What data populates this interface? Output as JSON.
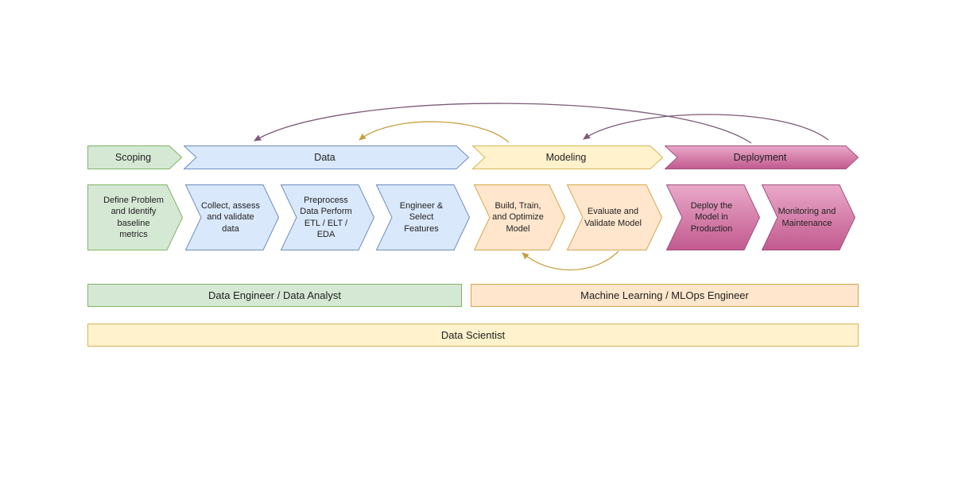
{
  "phases": [
    {
      "label": "Scoping",
      "color": "green"
    },
    {
      "label": "Data",
      "color": "blue"
    },
    {
      "label": "Modeling",
      "color": "yellow"
    },
    {
      "label": "Deployment",
      "color": "pink"
    }
  ],
  "steps": [
    {
      "label": "Define Problem and Identify baseline metrics",
      "color": "green"
    },
    {
      "label": "Collect, assess and validate data",
      "color": "blue"
    },
    {
      "label": "Preprocess Data Perform ETL / ELT / EDA",
      "color": "blue"
    },
    {
      "label": "Engineer & Select Features",
      "color": "blue"
    },
    {
      "label": "Build, Train, and Optimize Model",
      "color": "orange"
    },
    {
      "label": "Evaluate and Validate Model",
      "color": "orange"
    },
    {
      "label": "Deploy the Model in Production",
      "color": "pink"
    },
    {
      "label": "Monitoring and Maintenance",
      "color": "pink"
    }
  ],
  "roles": [
    {
      "label": "Data Engineer  / Data Analyst",
      "color": "green"
    },
    {
      "label": "Machine Learning / MLOps Engineer",
      "color": "orange"
    },
    {
      "label": "Data Scientist",
      "color": "yellow"
    }
  ],
  "colors": {
    "green": {
      "fill": "#d5e8d4",
      "stroke": "#82b366"
    },
    "blue": {
      "fill": "#dae8fc",
      "stroke": "#6c8ebf"
    },
    "yellow": {
      "fill": "#fff2cc",
      "stroke": "#d6b656"
    },
    "orange": {
      "fill": "#ffe6cc",
      "stroke": "#d6a64f"
    },
    "pink": {
      "fill": "#e9a9c8",
      "fill2": "#c2598f",
      "stroke": "#a0527d"
    },
    "arrow_purple": "#7d5a78",
    "arrow_gold": "#c6a03f",
    "text": "#222222"
  }
}
